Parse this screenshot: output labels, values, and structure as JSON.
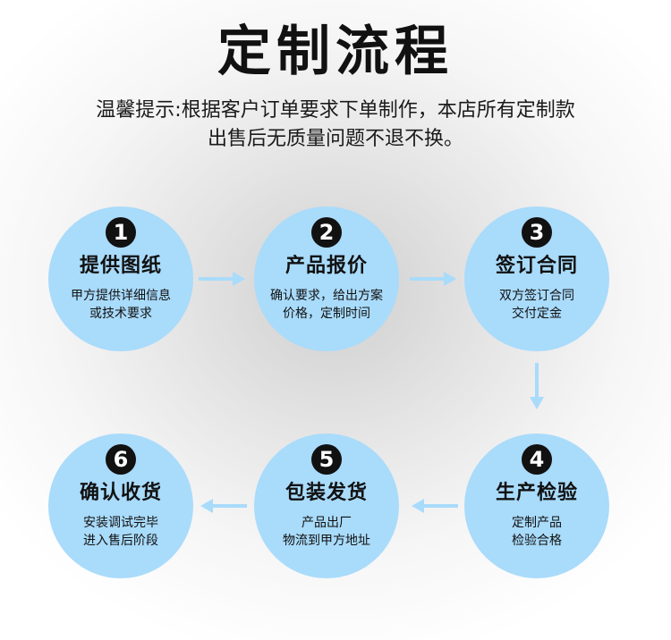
{
  "header": {
    "title": "定制流程",
    "notice_line1": "温馨提示:根据客户订单要求下单制作，本店所有定制款",
    "notice_line2": "出售后无质量问题不退不换。"
  },
  "colors": {
    "circle_fill": "#a9dbfb",
    "arrow": "#a9dbfb",
    "badge": "#111111"
  },
  "steps": [
    {
      "number": "1",
      "title": "提供图纸",
      "desc_line1": "甲方提供详细信息",
      "desc_line2": "或技术要求"
    },
    {
      "number": "2",
      "title": "产品报价",
      "desc_line1": "确认要求，给出方案",
      "desc_line2": "价格，定制时间"
    },
    {
      "number": "3",
      "title": "签订合同",
      "desc_line1": "双方签订合同",
      "desc_line2": "交付定金"
    },
    {
      "number": "4",
      "title": "生产检验",
      "desc_line1": "定制产品",
      "desc_line2": "检验合格"
    },
    {
      "number": "5",
      "title": "包装发货",
      "desc_line1": "产品出厂",
      "desc_line2": "物流到甲方地址"
    },
    {
      "number": "6",
      "title": "确认收货",
      "desc_line1": "安装调试完毕",
      "desc_line2": "进入售后阶段"
    }
  ]
}
